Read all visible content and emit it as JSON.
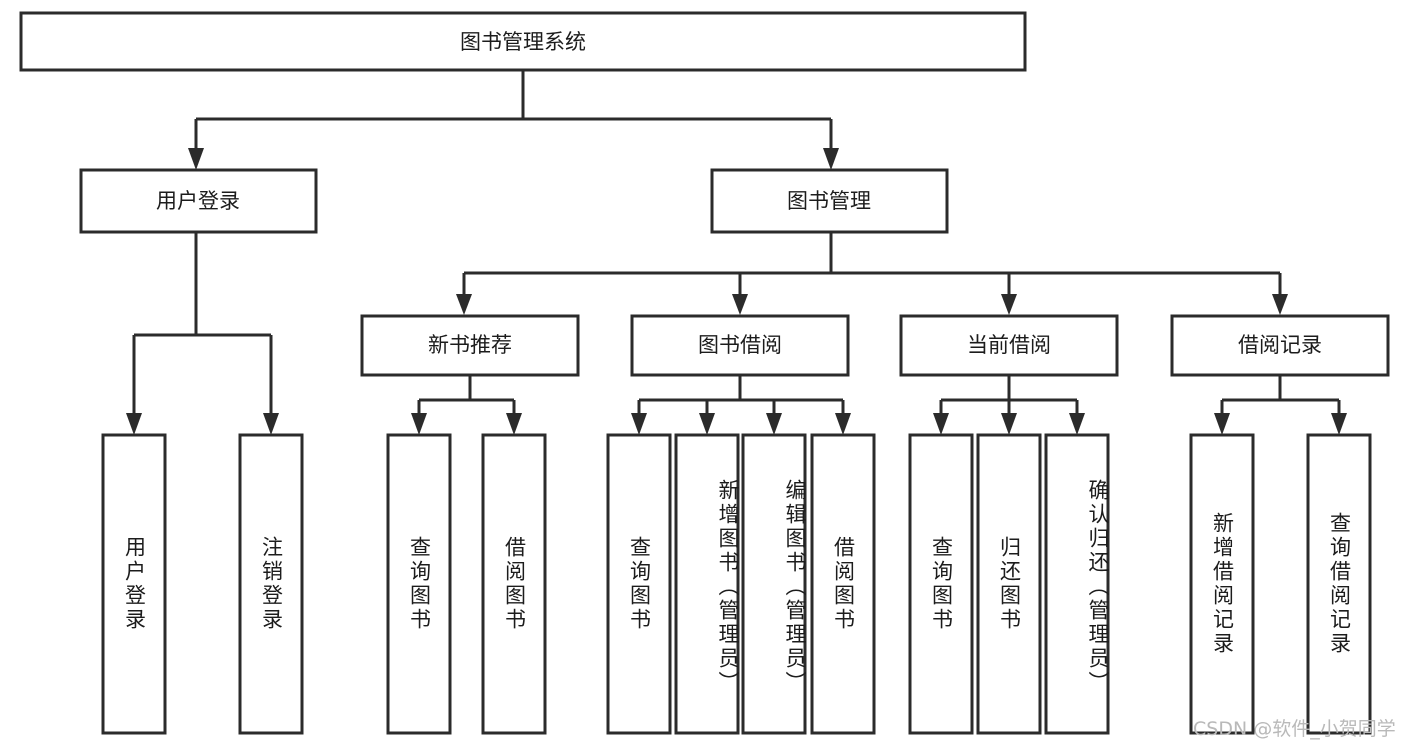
{
  "diagram": {
    "title": "图书管理系统",
    "type": "hierarchy-tree",
    "watermark": "CSDN @软件_小贺同学",
    "colors": {
      "stroke": "#2b2b2b",
      "fill": "#ffffff",
      "text": "#1c1c1c",
      "watermark": "#b9b9b9"
    },
    "levels": {
      "root": {
        "label": "图书管理系统"
      },
      "level2": [
        {
          "id": "user-login",
          "label": "用户登录"
        },
        {
          "id": "book-management",
          "label": "图书管理"
        }
      ],
      "level3": [
        {
          "id": "new-book-recommend",
          "label": "新书推荐",
          "parent": "book-management"
        },
        {
          "id": "book-borrow",
          "label": "图书借阅",
          "parent": "book-management"
        },
        {
          "id": "current-borrow",
          "label": "当前借阅",
          "parent": "book-management"
        },
        {
          "id": "borrow-record",
          "label": "借阅记录",
          "parent": "book-management"
        }
      ],
      "leaves": [
        {
          "id": "leaf-user-login",
          "label": "用户登录",
          "parent": "user-login"
        },
        {
          "id": "leaf-logout",
          "label": "注销登录",
          "parent": "user-login"
        },
        {
          "id": "leaf-query-book-1",
          "label": "查询图书",
          "parent": "new-book-recommend"
        },
        {
          "id": "leaf-borrow-book-1",
          "label": "借阅图书",
          "parent": "new-book-recommend"
        },
        {
          "id": "leaf-query-book-2",
          "label": "查询图书",
          "parent": "book-borrow"
        },
        {
          "id": "leaf-add-book",
          "label": "新增图书（管理员）",
          "parent": "book-borrow"
        },
        {
          "id": "leaf-edit-book",
          "label": "编辑图书（管理员）",
          "parent": "book-borrow"
        },
        {
          "id": "leaf-borrow-book-2",
          "label": "借阅图书",
          "parent": "book-borrow"
        },
        {
          "id": "leaf-query-book-3",
          "label": "查询图书",
          "parent": "current-borrow"
        },
        {
          "id": "leaf-return-book",
          "label": "归还图书",
          "parent": "current-borrow"
        },
        {
          "id": "leaf-confirm-return",
          "label": "确认归还（管理员）",
          "parent": "current-borrow"
        },
        {
          "id": "leaf-add-record",
          "label": "新增借阅记录",
          "parent": "borrow-record"
        },
        {
          "id": "leaf-query-record",
          "label": "查询借阅记录",
          "parent": "borrow-record"
        }
      ]
    }
  }
}
